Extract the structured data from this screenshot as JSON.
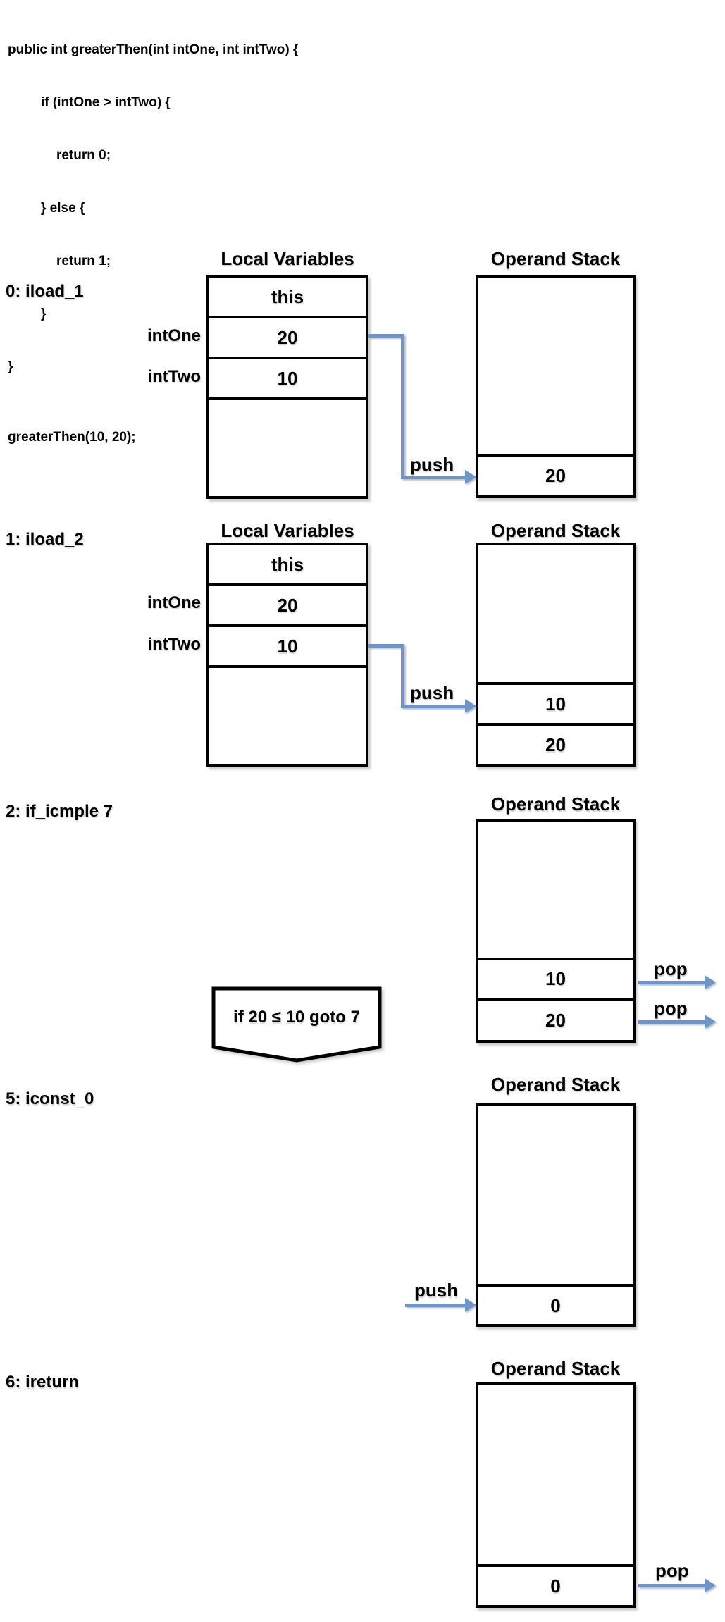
{
  "code": {
    "lines": [
      "public int greaterThen(int intOne, int intTwo) {",
      "if (intOne > intTwo) {",
      "return 0;",
      "} else {",
      "return 1;",
      "}",
      "}"
    ],
    "invocation": "greaterThen(10, 20);"
  },
  "labels": {
    "local_variables": "Local Variables",
    "operand_stack": "Operand Stack",
    "push": "push",
    "pop": "pop"
  },
  "colors": {
    "arrow_blue": "#6E95C8",
    "line_black": "#000000"
  },
  "steps": [
    {
      "instruction": "0: iload_1",
      "locals": [
        {
          "label": "",
          "value": "this"
        },
        {
          "label": "intOne",
          "value": "20"
        },
        {
          "label": "intTwo",
          "value": "10"
        }
      ],
      "stack": [
        "20"
      ],
      "action": "push"
    },
    {
      "instruction": "1: iload_2",
      "locals": [
        {
          "label": "",
          "value": "this"
        },
        {
          "label": "intOne",
          "value": "20"
        },
        {
          "label": "intTwo",
          "value": "10"
        }
      ],
      "stack": [
        "10",
        "20"
      ],
      "action": "push"
    },
    {
      "instruction": "2: if_icmple 7",
      "stack": [
        "10",
        "20"
      ],
      "action": "pop",
      "condition": "if 20 ≤ 10 goto 7"
    },
    {
      "instruction": "5: iconst_0",
      "stack": [
        "0"
      ],
      "action": "push"
    },
    {
      "instruction": "6: ireturn",
      "stack": [
        "0"
      ],
      "action": "pop"
    }
  ]
}
